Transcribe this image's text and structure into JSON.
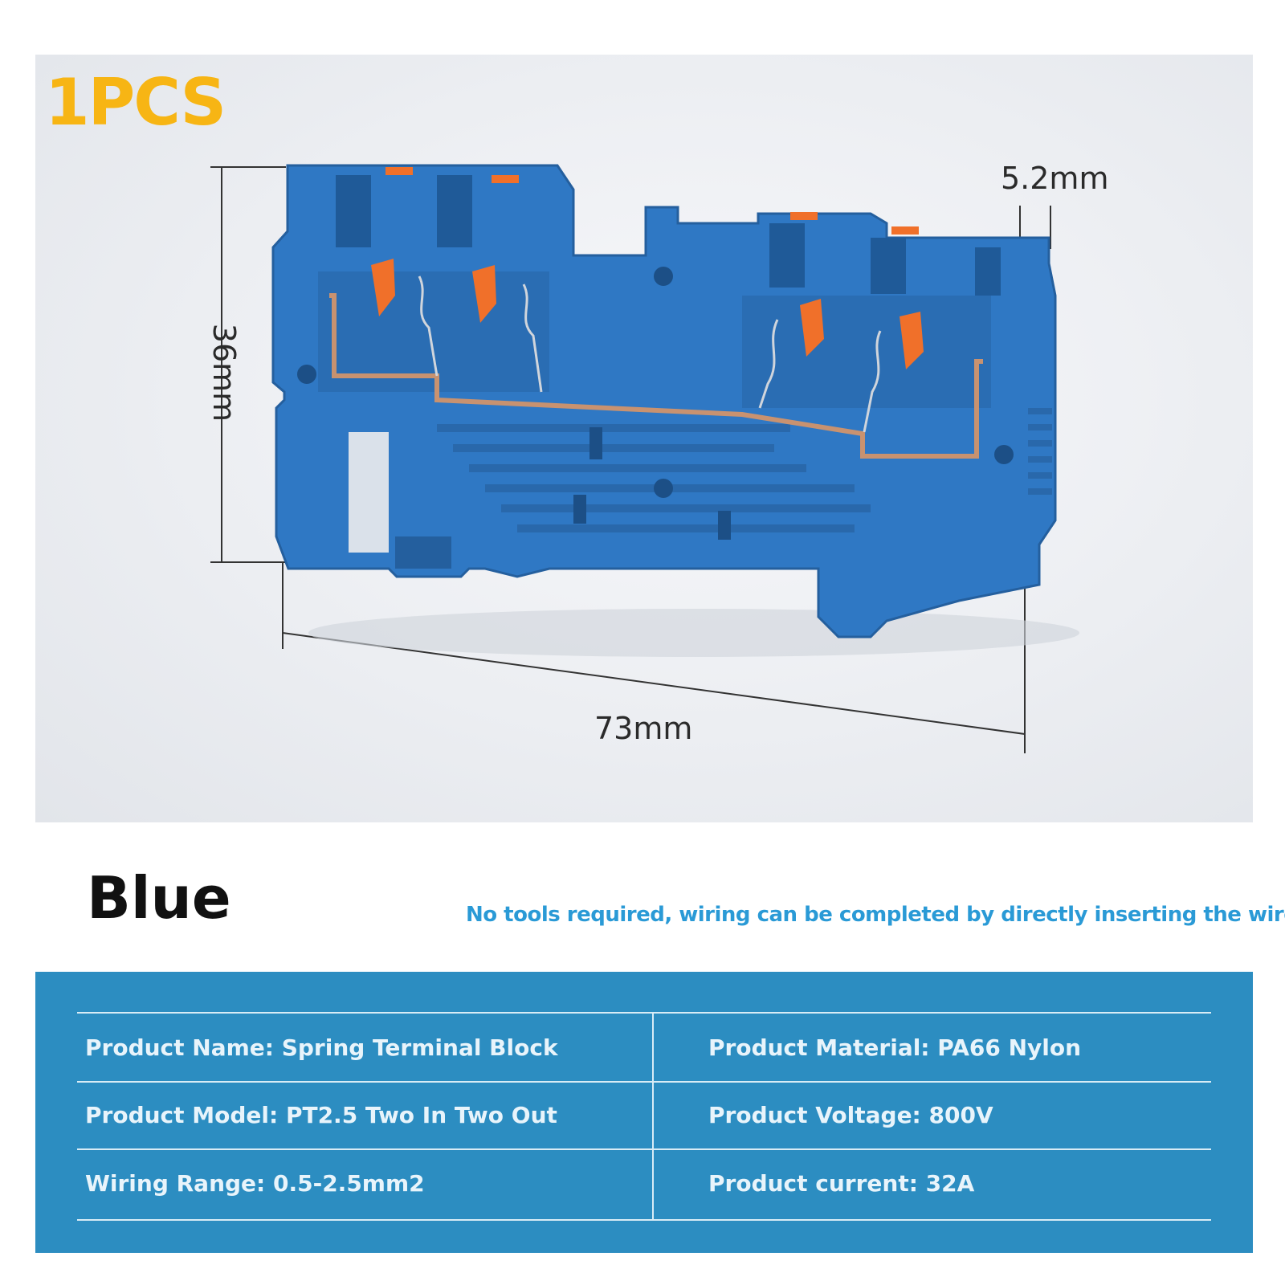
{
  "quantity_badge": "1PCS",
  "dimensions": {
    "height": "36mm",
    "width": "73mm",
    "pitch": "5.2mm"
  },
  "color_name": "Blue",
  "tagline": "No tools required, wiring can be completed by directly inserting the wire",
  "specs": {
    "rows": [
      {
        "left": "Product Name: Spring Terminal Block",
        "right": "Product Material: PA66 Nylon"
      },
      {
        "left": "Product Model: PT2.5 Two In Two Out",
        "right": "Product Voltage: 800V"
      },
      {
        "left": "Wiring Range: 0.5-2.5mm2",
        "right": "Product current: 32A"
      }
    ]
  },
  "colors": {
    "badge": "#f7b514",
    "product_body": "#2f78c4",
    "spring_lever": "#f0702a",
    "tagline": "#2a9ad6",
    "spec_panel": "#2c8dc1"
  }
}
